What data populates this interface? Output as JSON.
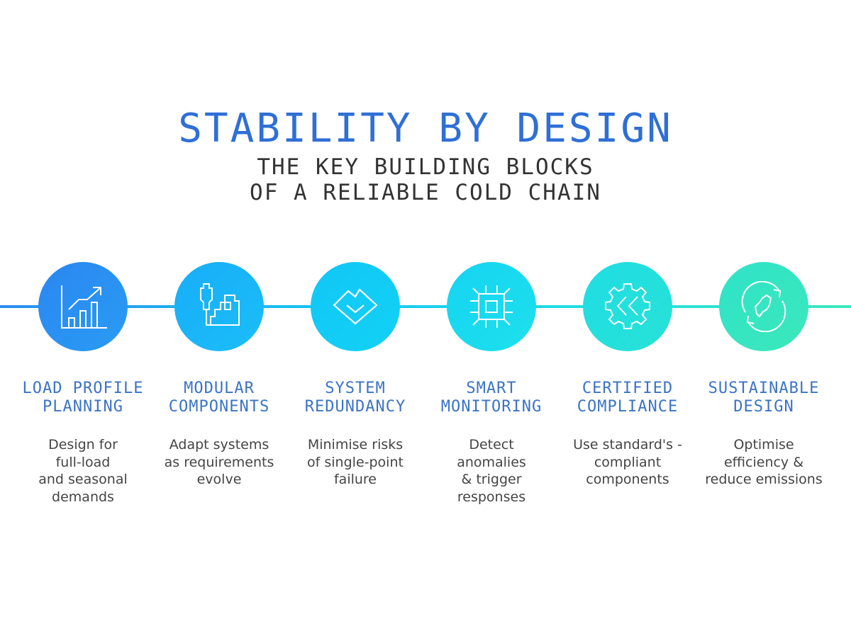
{
  "header": {
    "title": "STABILITY BY DESIGN",
    "subtitle_line1": "THE KEY BUILDING BLOCKS",
    "subtitle_line2": "OF A RELIABLE COLD CHAIN"
  },
  "colors": {
    "title": "#2f6fd6",
    "label": "#3b73c6",
    "node_colors": [
      "#2a8ff0",
      "#19b6f8",
      "#14cdf6",
      "#19dcee",
      "#25e0dc",
      "#35e6c2"
    ]
  },
  "blocks": [
    {
      "icon": "growth-chart-icon",
      "title_line1": "LOAD PROFILE",
      "title_line2": "PLANNING",
      "desc": [
        "Design for",
        "full-load",
        "and seasonal",
        "demands"
      ]
    },
    {
      "icon": "modular-blocks-icon",
      "title_line1": "MODULAR",
      "title_line2": "COMPONENTS",
      "desc": [
        "Adapt systems",
        "as requirements",
        "evolve"
      ]
    },
    {
      "icon": "shield-check-icon",
      "title_line1": "SYSTEM",
      "title_line2": "REDUNDANCY",
      "desc": [
        "Minimise risks",
        "of single-point",
        "failure"
      ]
    },
    {
      "icon": "chip-icon",
      "title_line1": "SMART",
      "title_line2": "MONITORING",
      "desc": [
        "Detect",
        "anomalies",
        "& trigger",
        "responses"
      ]
    },
    {
      "icon": "gear-chevrons-icon",
      "title_line1": "CERTIFIED",
      "title_line2": "COMPLIANCE",
      "desc": [
        "Use standard's -",
        "compliant",
        "components"
      ]
    },
    {
      "icon": "recycle-cycle-icon",
      "title_line1": "SUSTAINABLE",
      "title_line2": "DESIGN",
      "desc": [
        "Optimise",
        "efficiency &",
        "reduce emissions"
      ]
    }
  ]
}
